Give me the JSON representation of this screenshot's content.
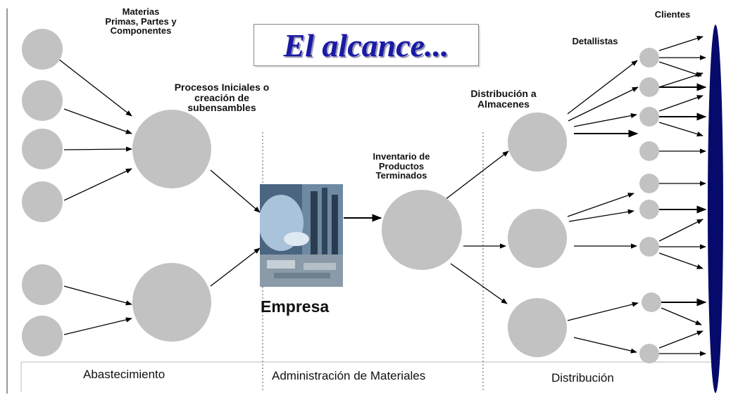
{
  "title": "El alcance...",
  "labels": {
    "materias": "Materias\nPrimas, Partes y\nComponentes",
    "procesos": "Procesos Iniciales o\ncreación de\nsubensambles",
    "inventario": "Inventario de\nProductos\nTerminados",
    "distribucion_almacenes": "Distribución a\nAlmacenes",
    "detallistas": "Detallistas",
    "clientes": "Clientes",
    "empresa": "Empresa"
  },
  "sections": {
    "abastecimiento": "Abastecimiento",
    "administracion": "Administración de Materiales",
    "distribucion": "Distribución"
  },
  "colors": {
    "node": "#c2c2c2",
    "title": "#1a1aa6",
    "clientes_ellipse": "#050a6b"
  },
  "image": "factory-worker-photo"
}
